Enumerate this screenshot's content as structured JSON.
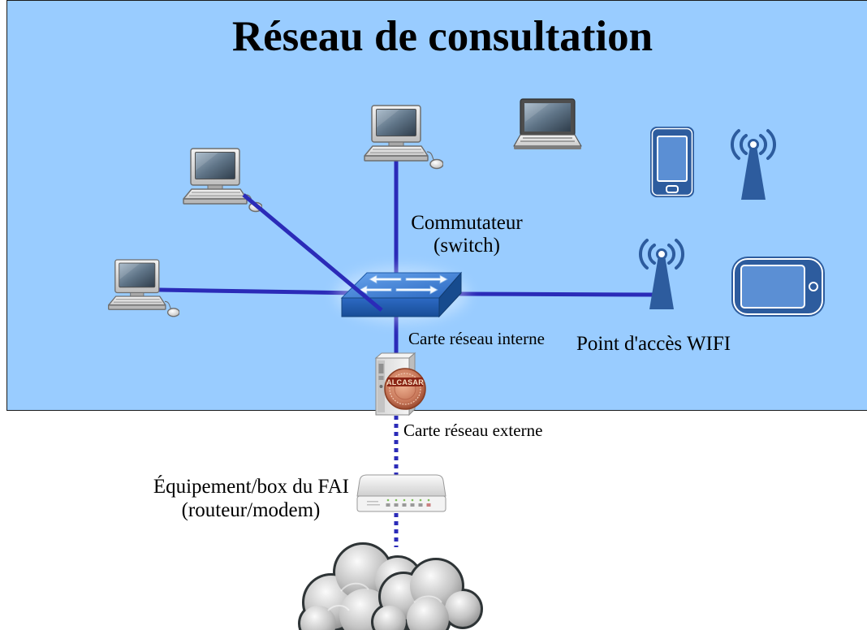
{
  "title": "Réseau de consultation",
  "labels": {
    "switch_name": "Commutateur",
    "switch_subtitle": "(switch)",
    "internal_nic": "Carte réseau interne",
    "wifi_access_point": "Point d'accès WIFI",
    "external_nic": "Carte réseau externe",
    "isp_equipment": "Équipement/box du FAI",
    "isp_equipment_subtitle": "(routeur/modem)"
  },
  "server_logo_text": "ALCASAR",
  "icons": {
    "desktop": "desktop-computer-icon",
    "laptop": "laptop-icon",
    "smartphone": "smartphone-icon",
    "tablet": "tablet-icon",
    "wifi_antenna": "wifi-antenna-icon",
    "switch": "network-switch-icon",
    "server": "alcasar-server-icon",
    "router": "router-modem-icon",
    "internet": "cloud-icon"
  },
  "colors": {
    "lan_background": "#99ccff",
    "link": "#2b2bb8",
    "device_blue": "#2d5c9e",
    "text": "#000000"
  }
}
